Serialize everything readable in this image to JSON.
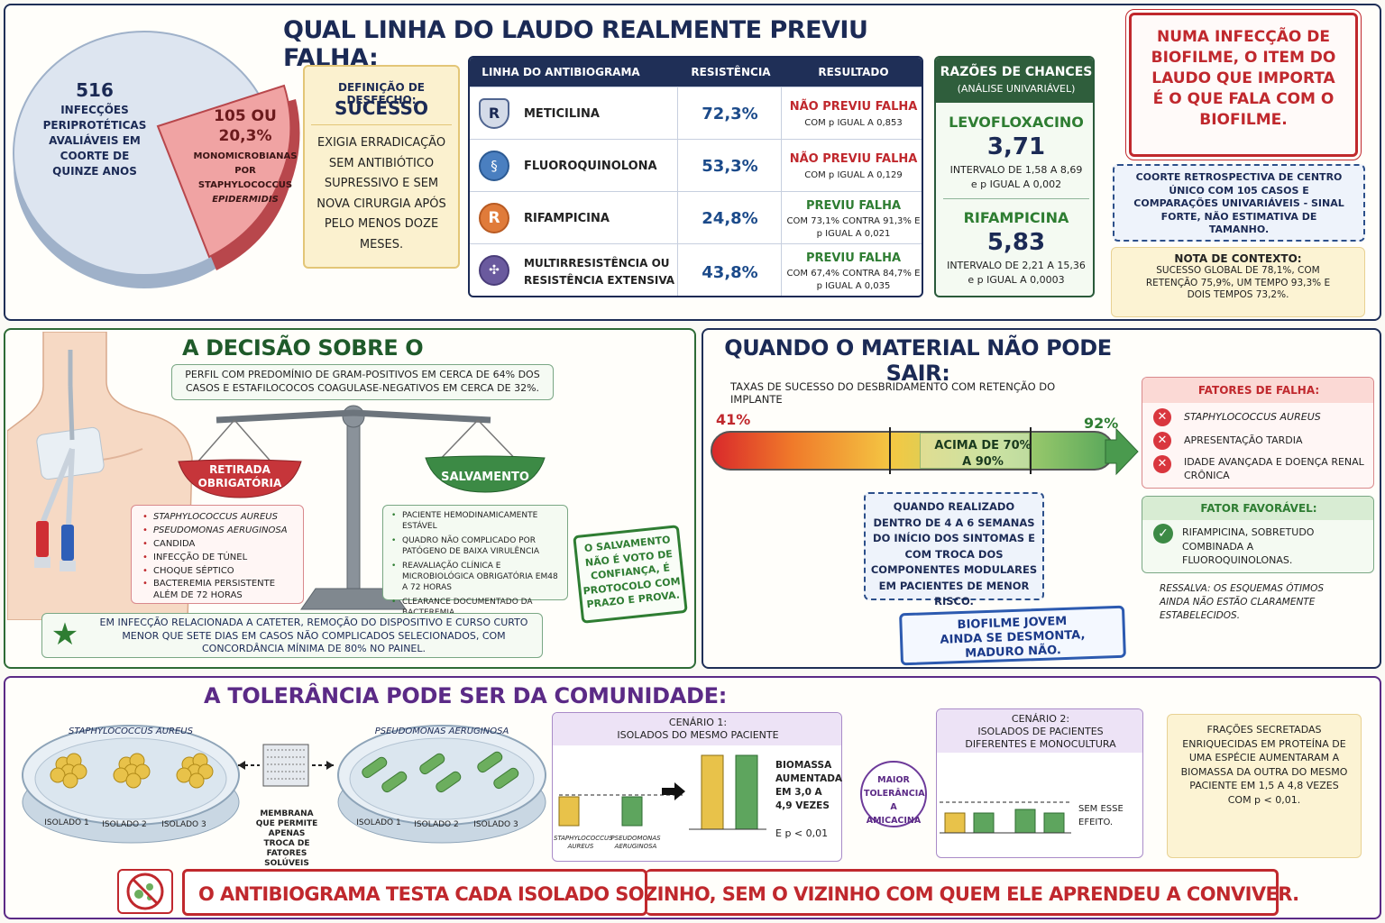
{
  "top": {
    "title": "QUAL LINHA DO LAUDO REALMENTE PREVIU FALHA:",
    "pie": {
      "big_number": "516",
      "big_text": "INFECÇÕES PERIPROTÉTICAS AVALIÁVEIS EM COORTE DE QUINZE ANOS",
      "slice_number": "105 OU 20,3%",
      "slice_text": "MONOMICROBIANAS POR STAPHYLOCOCCUS",
      "slice_species": "EPIDERMIDIS",
      "slice_fraction": 0.203
    },
    "outcome": {
      "header": "DEFINIÇÃO DE DESFECHO:",
      "word": "SUCESSO",
      "body": "EXIGIA ERRADICAÇÃO SEM ANTIBIÓTICO SUPRESSIVO E SEM NOVA CIRURGIA APÓS PELO MENOS DOZE MESES."
    },
    "table": {
      "headers": [
        "LINHA DO ANTIBIOGRAMA",
        "RESISTÊNCIA",
        "RESULTADO"
      ],
      "rows": [
        {
          "name": "METICILINA",
          "resistance": "72,3%",
          "result": "NÃO PREVIU FALHA",
          "detail": "COM p IGUAL A 0,853",
          "icon": "shield-r-icon"
        },
        {
          "name": "FLUOROQUINOLONA",
          "resistance": "53,3%",
          "result": "NÃO PREVIU FALHA",
          "detail": "COM p IGUAL A 0,129",
          "icon": "dna-icon"
        },
        {
          "name": "RIFAMPICINA",
          "resistance": "24,8%",
          "result": "PREVIU FALHA",
          "detail": "COM 73,1% CONTRA 91,3% E p IGUAL A 0,021",
          "icon": "r-circle-icon"
        },
        {
          "name": "MULTIRRESISTÊNCIA OU RESISTÊNCIA EXTENSIVA",
          "resistance": "43,8%",
          "result": "PREVIU FALHA",
          "detail": "COM 67,4% CONTRA 84,7% E p IGUAL A 0,035",
          "icon": "bacteria-shield-icon"
        }
      ]
    },
    "odds": {
      "title": "RAZÕES DE CHANCES",
      "subtitle": "(ANÁLISE UNIVARIÁVEL)",
      "items": [
        {
          "drug": "LEVOFLOXACINO",
          "value": "3,71",
          "ci": "INTERVALO DE 1,58 A 8,69",
          "p": "e p IGUAL A 0,002"
        },
        {
          "drug": "RIFAMPICINA",
          "value": "5,83",
          "ci": "INTERVALO DE 2,21 A 15,36",
          "p": "e p IGUAL A 0,0003"
        }
      ]
    },
    "callout": "NUMA INFECÇÃO DE BIOFILME, O ITEM DO LAUDO QUE IMPORTA É O QUE FALA COM O BIOFILME.",
    "cohort_note": "COORTE RETROSPECTIVA DE CENTRO ÚNICO COM 105 CASOS E COMPARAÇÕES UNIVARIÁVEIS - SINAL FORTE, NÃO ESTIMATIVA DE TAMANHO.",
    "context": {
      "title": "NOTA DE CONTEXTO:",
      "body": "SUCESSO GLOBAL DE 78,1%, COM RETENÇÃO 75,9%, UM TEMPO 93,3% E DOIS TEMPOS 73,2%."
    }
  },
  "device": {
    "title": "A DECISÃO SOBRE O DISPOSITIVO:",
    "profile": "PERFIL COM PREDOMÍNIO DE GRAM-POSITIVOS EM CERCA DE 64% DOS CASOS E ESTAFILOCOCOS COAGULASE-NEGATIVOS EM CERCA DE 32%.",
    "left_pan": "RETIRADA OBRIGATÓRIA",
    "right_pan": "SALVAMENTO",
    "removal_items": [
      "STAPHYLOCOCCUS AUREUS",
      "PSEUDOMONAS AERUGINOSA",
      "CANDIDA",
      "INFECÇÃO DE TÚNEL",
      "CHOQUE SÉPTICO",
      "BACTEREMIA PERSISTENTE ALÉM DE 72 HORAS"
    ],
    "salvage_items": [
      "PACIENTE HEMODINAMICAMENTE ESTÁVEL",
      "QUADRO NÃO COMPLICADO POR PATÓGENO DE BAIXA VIRULÊNCIA",
      "REAVALIAÇÃO CLÍNICA E MICROBIOLÓGICA OBRIGATÓRIA EM48 A 72 HORAS",
      "CLEARANCE DOCUMENTADO DA BACTEREMIA"
    ],
    "stamp": "O SALVAMENTO NÃO É VOTO DE CONFIANÇA, É PROTOCOLO COM PRAZO E PROVA.",
    "footnote": "EM INFECÇÃO RELACIONADA A CATETER, REMOÇÃO DO DISPOSITIVO E CURSO CURTO MENOR QUE SETE DIAS EM CASOS NÃO COMPLICADOS SELECIONADOS, COM CONCORDÂNCIA MÍNIMA DE 80% NO PAINEL."
  },
  "material": {
    "title": "QUANDO O MATERIAL NÃO PODE SAIR:",
    "chart_caption": "TAXAS DE SUCESSO DO DESBRIDAMENTO COM RETENÇÃO DO IMPLANTE",
    "low": "41%",
    "high": "92%",
    "mid_label": "ACIMA DE 70% A 90%",
    "timing": "QUANDO REALIZADO DENTRO DE 4 A 6 SEMANAS DO INÍCIO DOS SINTOMAS E COM TROCA DOS COMPONENTES MODULARES EM PACIENTES DE MENOR RISCO.",
    "stamp": "BIOFILME JOVEM AINDA SE DESMONTA, MADURO NÃO.",
    "fail_title": "FATORES DE FALHA:",
    "fail_items": [
      "STAPHYLOCOCCUS AUREUS",
      "APRESENTAÇÃO TARDIA",
      "IDADE AVANÇADA E DOENÇA RENAL CRÔNICA"
    ],
    "good_title": "FATOR FAVORÁVEL:",
    "good_item": "RIFAMPICINA, SOBRETUDO COMBINADA A FLUOROQUINOLONAS.",
    "caveat": "RESSALVA: OS ESQUEMAS ÓTIMOS AINDA NÃO ESTÃO CLARAMENTE ESTABELECIDOS."
  },
  "community": {
    "title": "A TOLERÂNCIA PODE SER DA COMUNIDADE:",
    "dish_left": "STAPHYLOCOCCUS AUREUS",
    "dish_right": "PSEUDOMONAS AERUGINOSA",
    "isolates": [
      "ISOLADO 1",
      "ISOLADO 2",
      "ISOLADO 3"
    ],
    "membrane": "MEMBRANA QUE PERMITE APENAS TROCA DE FATORES SOLÚVEIS",
    "scenario1": {
      "title": "CENÁRIO 1:",
      "subtitle": "ISOLADOS DO MESMO PACIENTE",
      "labels": [
        "STAPHYLOCOCCUS AUREUS",
        "PSEUDOMONAS AERUGINOSA"
      ],
      "result": "BIOMASSA AUMENTADA EM 3,0 A 4,9 VEZES",
      "p": "E p < 0,01"
    },
    "badge": "MAIOR TOLERÂNCIA A AMICACINA",
    "scenario2": {
      "title": "CENÁRIO 2:",
      "subtitle": "ISOLADOS DE PACIENTES DIFERENTES E MONOCULTURA",
      "result": "SEM ESSE EFEITO."
    },
    "fractions": "FRAÇÕES SECRETADAS ENRIQUECIDAS EM PROTEÍNA DE UMA ESPÉCIE AUMENTARAM A BIOMASSA DA OUTRA DO MESMO PACIENTE EM 1,5 A 4,8 VEZES COM p < 0,01.",
    "banner": "O ANTIBIOGRAMA TESTA CADA ISOLADO SOZINHO, SEM O VIZINHO COM QUEM ELE APRENDEU A CONVIVER."
  },
  "colors": {
    "navy": "#1b2a55",
    "red": "#c0282d",
    "green": "#2e7d32",
    "purple": "#5b2a86",
    "yellow": "#e8c24a"
  }
}
